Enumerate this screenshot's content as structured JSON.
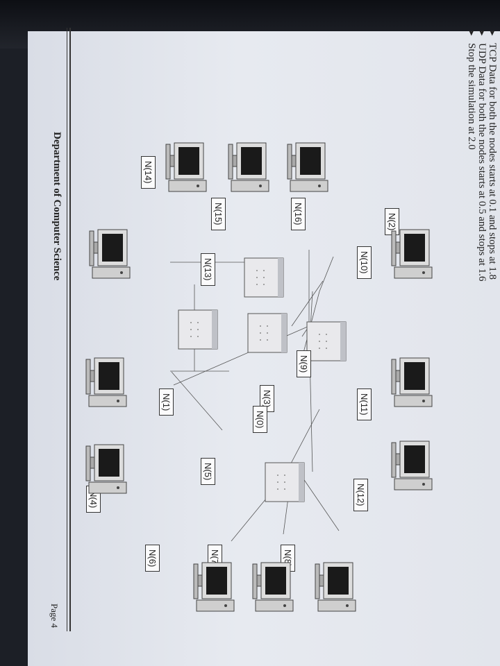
{
  "bullets": [
    "TCP Data for both the nodes starts at 0.1 and stops at 1.8",
    "UDP Data for both the nodes starts at 0.5 and stops at 1.6",
    "Stop the simulation at 2.0"
  ],
  "nodes": {
    "n0": "N(0)",
    "n1": "N(1)",
    "n2": "N(2)",
    "n3": "N(3)",
    "n4": "N(4)",
    "n5": "N(5)",
    "n6": "N(6)",
    "n7": "N(7)",
    "n8": "N(8)",
    "n9": "N(9)",
    "n10": "N(10)",
    "n11": "N(11)",
    "n12": "N(12)",
    "n13": "N(13)",
    "n14": "N(14)",
    "n15": "N(15)",
    "n16": "N(16)"
  },
  "footer": {
    "department": "Department of Computer Science",
    "page": "Page 4"
  }
}
